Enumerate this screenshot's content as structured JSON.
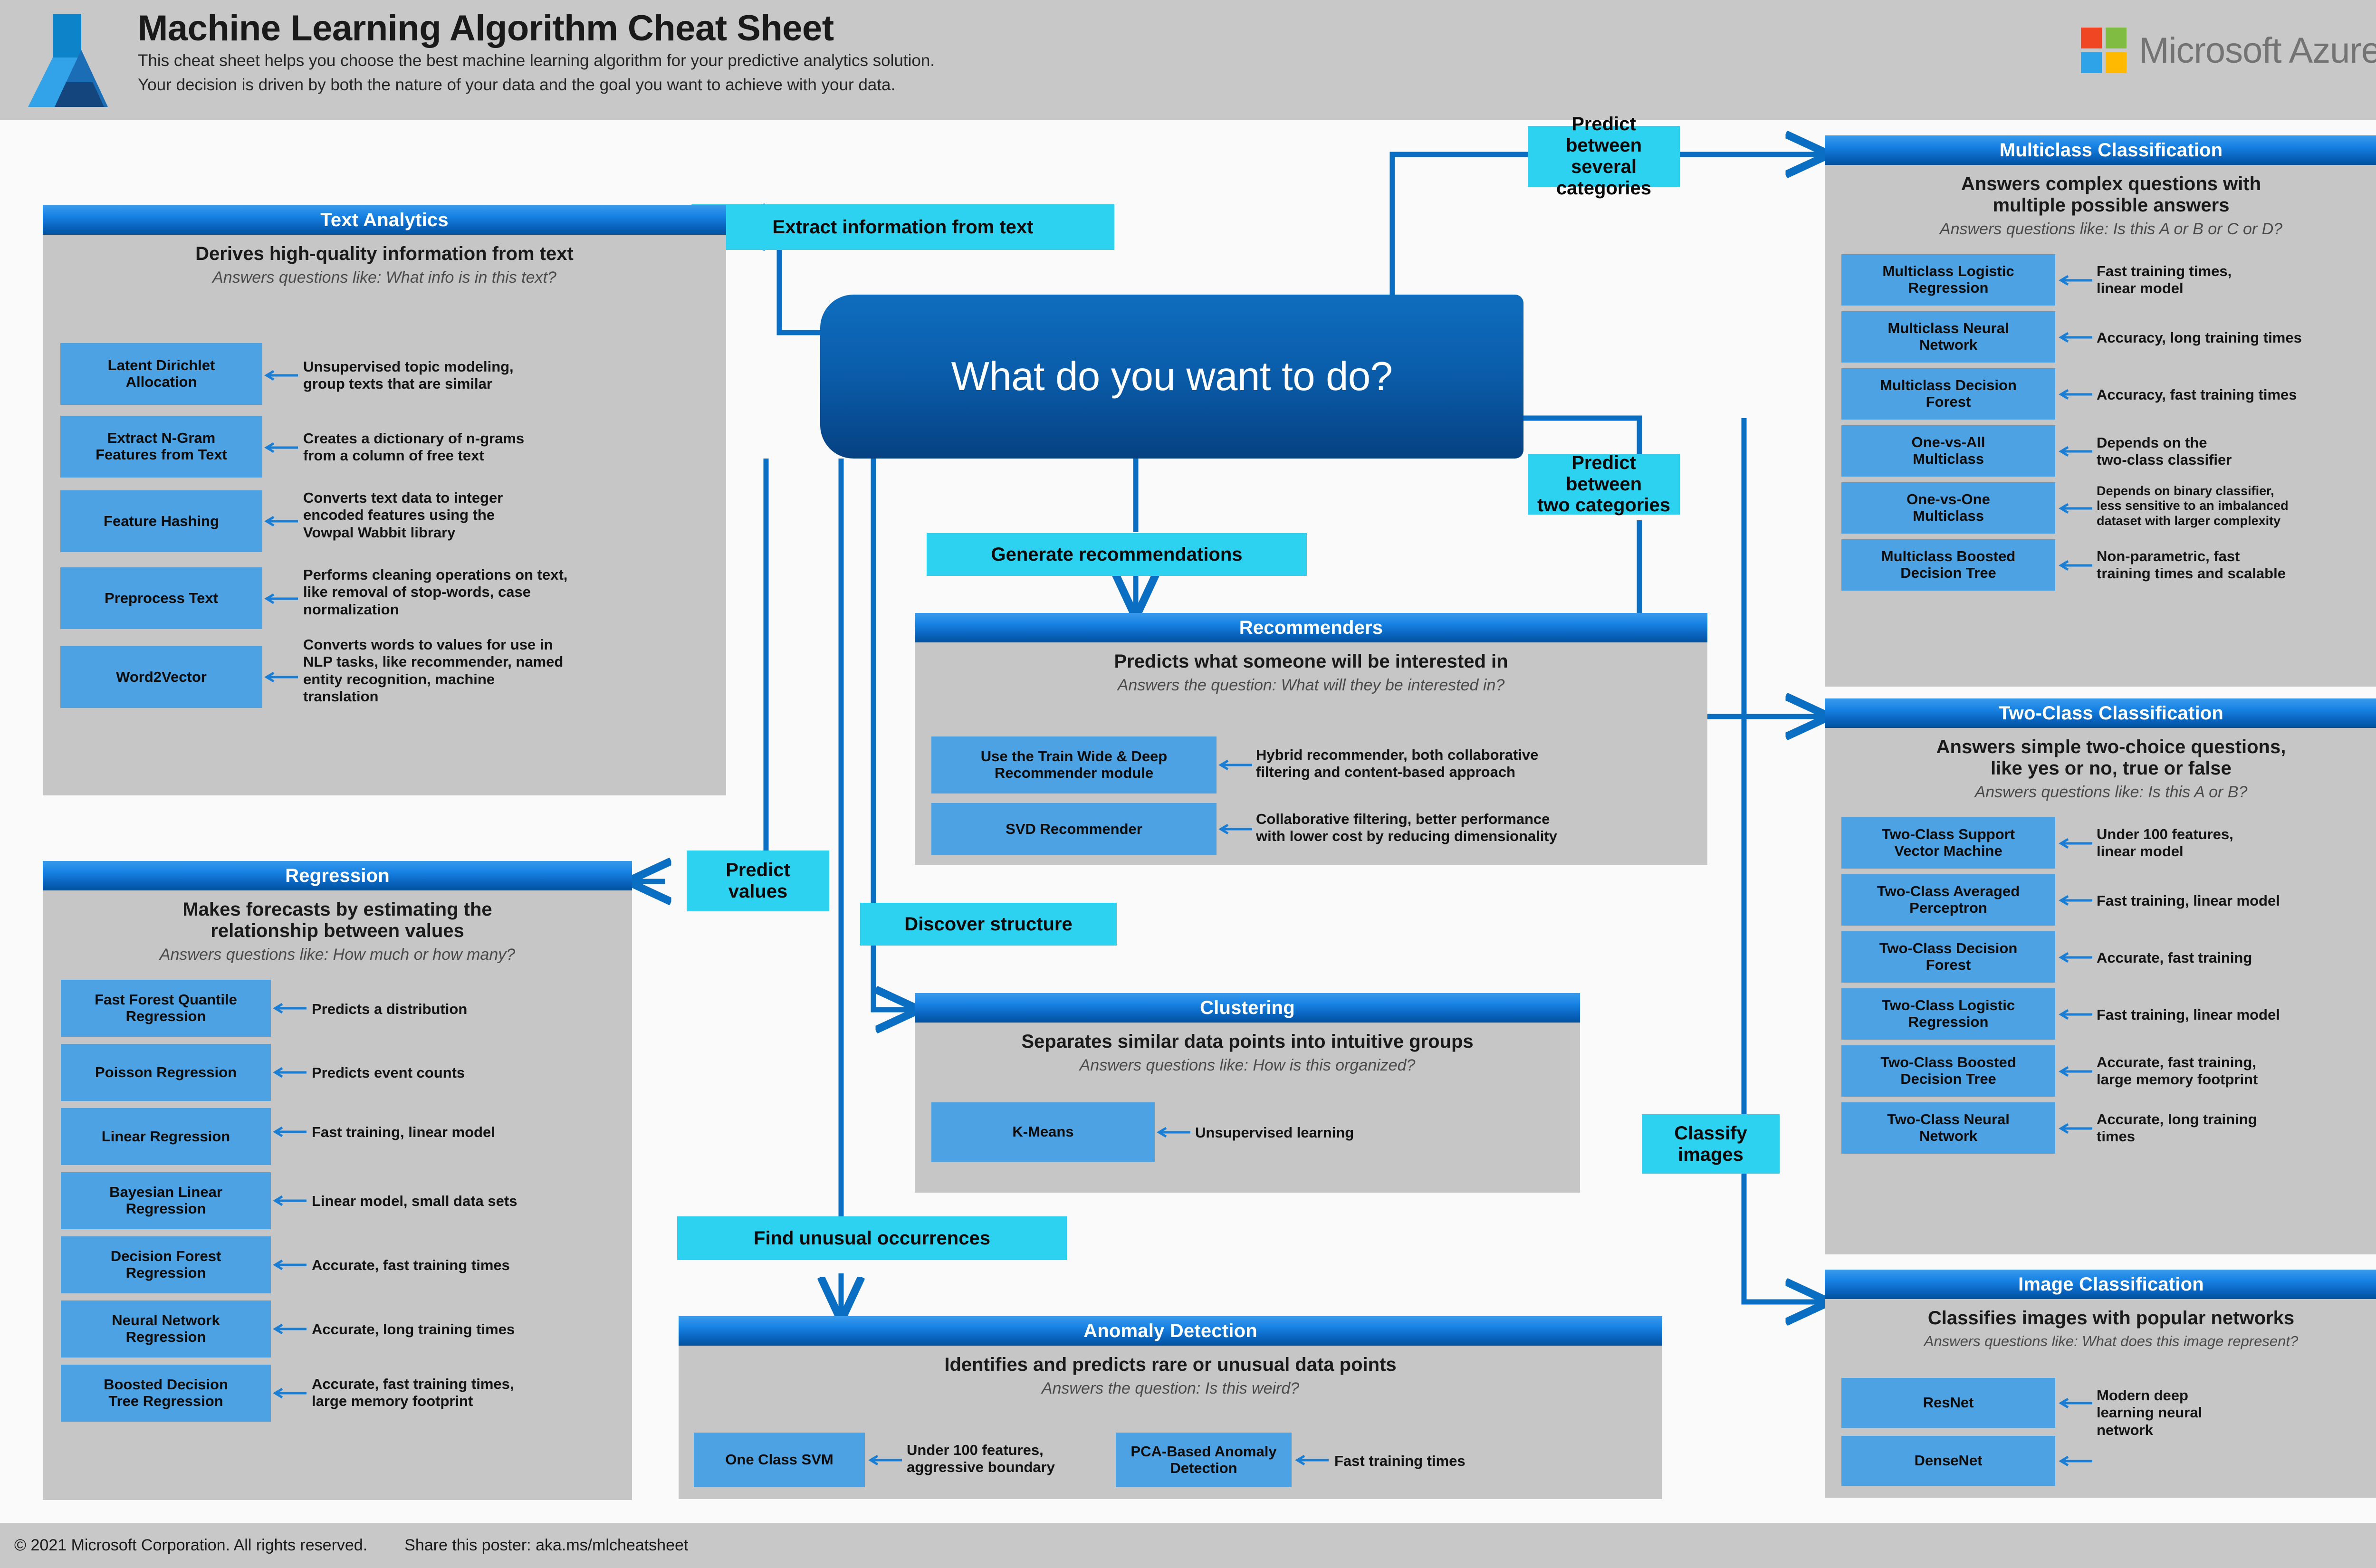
{
  "header": {
    "title": "Machine Learning Algorithm Cheat Sheet",
    "subtitle_line1": "This cheat sheet helps you choose the best machine learning algorithm for your predictive analytics solution.",
    "subtitle_line2": "Your decision is driven by both the nature of your data and the goal you want to achieve with your data.",
    "brand": "Microsoft Azure"
  },
  "central": {
    "question": "What do you want to do?"
  },
  "colors": {
    "panel_header_top": "#3a9bec",
    "panel_header_bottom": "#01529e",
    "panel_body": "#c6c6c6",
    "algo_box": "#4da2e3",
    "cyan_label": "#2cd2f0",
    "connector_line": "#0a6fc2",
    "header_band": "#c8c8c8",
    "page_background": "#fafafa",
    "ms_square_red": "#f04624",
    "ms_square_green": "#80bc42",
    "ms_square_blue": "#2ea3e8",
    "ms_square_yellow": "#ffb900"
  },
  "decision_labels": {
    "extract_info_from_text": "Extract information from text",
    "predict_several_categories": "Predict between\nseveral categories",
    "predict_two_categories": "Predict between\ntwo categories",
    "generate_recommendations": "Generate recommendations",
    "predict_values": "Predict\nvalues",
    "discover_structure": "Discover structure",
    "find_unusual_occurrences": "Find unusual occurrences",
    "classify_images": "Classify\nimages"
  },
  "panels": {
    "text_analytics": {
      "title": "Text Analytics",
      "tagline": "Derives high-quality information from text",
      "question": "Answers questions like: What info is in this text?",
      "items": [
        {
          "name": "Latent Dirichlet\nAllocation",
          "desc": "Unsupervised topic modeling,\ngroup texts that are similar"
        },
        {
          "name": "Extract N-Gram\nFeatures from Text",
          "desc": "Creates a dictionary of n-grams\nfrom a column of free text"
        },
        {
          "name": "Feature Hashing",
          "desc": "Converts text data to integer\nencoded features using the\nVowpal Wabbit library"
        },
        {
          "name": "Preprocess Text",
          "desc": "Performs cleaning operations on text,\nlike removal of stop-words, case\nnormalization"
        },
        {
          "name": "Word2Vector",
          "desc": "Converts words to values for use in\nNLP tasks, like recommender, named\nentity recognition, machine\ntranslation"
        }
      ]
    },
    "regression": {
      "title": "Regression",
      "tagline": "Makes forecasts by estimating the\nrelationship between values",
      "question": "Answers questions like: How much or how many?",
      "items": [
        {
          "name": "Fast Forest Quantile\nRegression",
          "desc": "Predicts a distribution"
        },
        {
          "name": "Poisson Regression",
          "desc": "Predicts event counts"
        },
        {
          "name": "Linear Regression",
          "desc": "Fast training, linear model"
        },
        {
          "name": "Bayesian Linear\nRegression",
          "desc": "Linear model, small data sets"
        },
        {
          "name": "Decision Forest\nRegression",
          "desc": "Accurate, fast training times"
        },
        {
          "name": "Neural Network\nRegression",
          "desc": "Accurate, long training times"
        },
        {
          "name": "Boosted Decision\nTree Regression",
          "desc": "Accurate, fast training times,\nlarge memory footprint"
        }
      ]
    },
    "recommenders": {
      "title": "Recommenders",
      "tagline": "Predicts what someone will be interested in",
      "question": "Answers the question: What will they be interested in?",
      "items": [
        {
          "name": "Use the Train Wide & Deep\nRecommender module",
          "desc": "Hybrid recommender, both collaborative\nfiltering and content-based approach"
        },
        {
          "name": "SVD Recommender",
          "desc": "Collaborative filtering, better performance\nwith lower cost by reducing dimensionality"
        }
      ]
    },
    "clustering": {
      "title": "Clustering",
      "tagline": "Separates similar data points into intuitive groups",
      "question": "Answers questions like: How is this organized?",
      "items": [
        {
          "name": "K-Means",
          "desc": "Unsupervised learning"
        }
      ]
    },
    "anomaly_detection": {
      "title": "Anomaly Detection",
      "tagline": "Identifies and predicts rare or unusual data points",
      "question": "Answers the question: Is this weird?",
      "items": [
        {
          "name": "One Class SVM",
          "desc": "Under 100 features,\naggressive boundary"
        },
        {
          "name": "PCA-Based Anomaly\nDetection",
          "desc": "Fast training times"
        }
      ]
    },
    "multiclass_classification": {
      "title": "Multiclass Classification",
      "tagline": "Answers complex questions with\nmultiple possible answers",
      "question": "Answers questions like: Is this A or B or C or D?",
      "items": [
        {
          "name": "Multiclass Logistic\nRegression",
          "desc": "Fast training times,\nlinear model"
        },
        {
          "name": "Multiclass Neural\nNetwork",
          "desc": "Accuracy, long training times"
        },
        {
          "name": "Multiclass Decision\nForest",
          "desc": "Accuracy, fast training times"
        },
        {
          "name": "One-vs-All\nMulticlass",
          "desc": "Depends on the\ntwo-class classifier"
        },
        {
          "name": "One-vs-One\nMulticlass",
          "desc": "Depends on binary classifier,\nless sensitive to an imbalanced\ndataset with larger complexity"
        },
        {
          "name": "Multiclass Boosted\nDecision Tree",
          "desc": "Non-parametric, fast\ntraining times and scalable"
        }
      ]
    },
    "two_class_classification": {
      "title": "Two-Class Classification",
      "tagline": "Answers simple two-choice questions,\nlike yes or no, true or false",
      "question": "Answers questions like: Is this A or B?",
      "items": [
        {
          "name": "Two-Class Support\nVector Machine",
          "desc": "Under 100 features,\nlinear model"
        },
        {
          "name": "Two-Class Averaged\nPerceptron",
          "desc": "Fast training, linear model"
        },
        {
          "name": "Two-Class Decision\nForest",
          "desc": "Accurate, fast training"
        },
        {
          "name": "Two-Class Logistic\nRegression",
          "desc": "Fast training, linear model"
        },
        {
          "name": "Two-Class Boosted\nDecision Tree",
          "desc": "Accurate, fast training,\nlarge memory footprint"
        },
        {
          "name": "Two-Class Neural\nNetwork",
          "desc": "Accurate, long training\ntimes"
        }
      ]
    },
    "image_classification": {
      "title": "Image Classification",
      "tagline": "Classifies images with popular networks",
      "question": "Answers questions like: What does this image represent?",
      "items": [
        {
          "name": "ResNet",
          "desc": "Modern deep\nlearning neural\nnetwork"
        },
        {
          "name": "DenseNet",
          "desc": ""
        }
      ]
    }
  },
  "footer": {
    "copyright": "© 2021 Microsoft Corporation. All rights reserved.",
    "share": "Share this poster: aka.ms/mlcheatsheet"
  }
}
